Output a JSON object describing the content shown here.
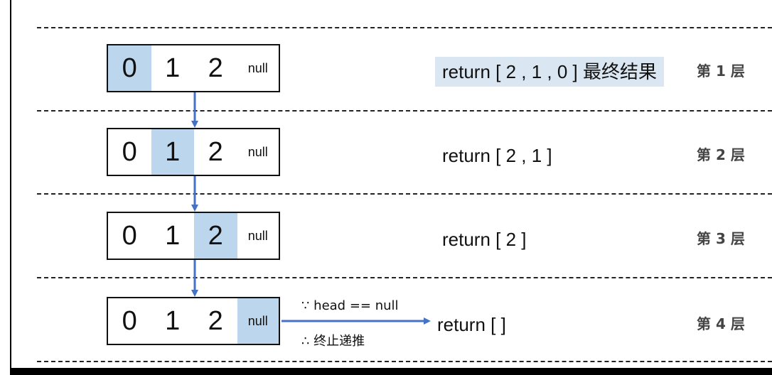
{
  "list_values": [
    "0",
    "1",
    "2",
    "null"
  ],
  "levels": [
    {
      "highlight": 0,
      "return_text": "return [ 2 , 1 , 0 ] 最终结果",
      "return_highlighted": true,
      "layer_label": "第 1 层"
    },
    {
      "highlight": 1,
      "return_text": "return [ 2 , 1 ]",
      "return_highlighted": false,
      "layer_label": "第 2 层"
    },
    {
      "highlight": 2,
      "return_text": "return [ 2 ]",
      "return_highlighted": false,
      "layer_label": "第 3 层"
    },
    {
      "highlight": 3,
      "return_text": "return [ ]",
      "return_highlighted": false,
      "layer_label": "第 4 层"
    }
  ],
  "notes": {
    "because": "∵ head == null",
    "therefore": "∴ 终止递推"
  },
  "colors": {
    "cell_highlight": "#bcd6ed",
    "return_highlight": "#dae6f2",
    "arrow": "#4472c4"
  }
}
